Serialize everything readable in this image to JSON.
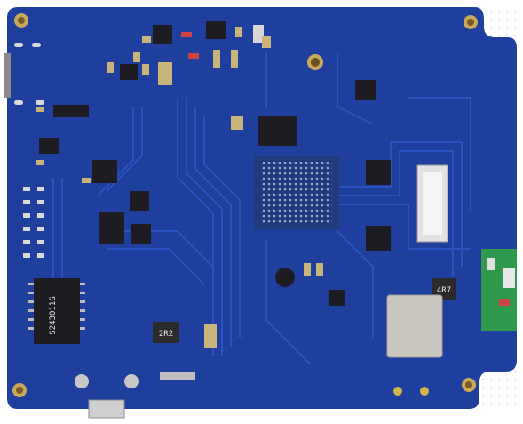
{
  "image": {
    "subject": "Blue printed circuit board, component side",
    "colors": {
      "board": "#1f3f9e",
      "board_dark": "#173384",
      "trace": "#2d55c4",
      "pad": "#c9b47a",
      "chip": "#1c1c22",
      "module": "#c8c6bf",
      "green_pcb": "#2f9a4b",
      "background": "#ffffff"
    },
    "markings": {
      "chip_left": "S243011G",
      "inductor_top": "4R7",
      "inductor_bottom": "2R2"
    }
  }
}
